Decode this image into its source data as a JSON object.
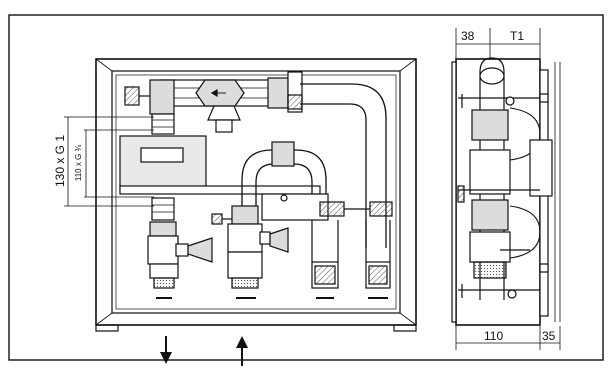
{
  "drawing": {
    "front_view": {
      "height_label_outer": "130 x G 1",
      "height_label_inner": "110 x G ¾",
      "flow_arrows": [
        "arrow-down-icon",
        "arrow-up-icon"
      ]
    },
    "side_view": {
      "depth_label_top_left": "38",
      "depth_label_top_right": "T1",
      "width_label_bottom": "110",
      "width_label_bottom_right": "35"
    }
  },
  "colors": {
    "line": "#111111",
    "frame_fill": "#ffffff",
    "meter_fill": "#e9e9e9",
    "valve_fill": "#dcdcdc",
    "hatch": "#555555"
  }
}
